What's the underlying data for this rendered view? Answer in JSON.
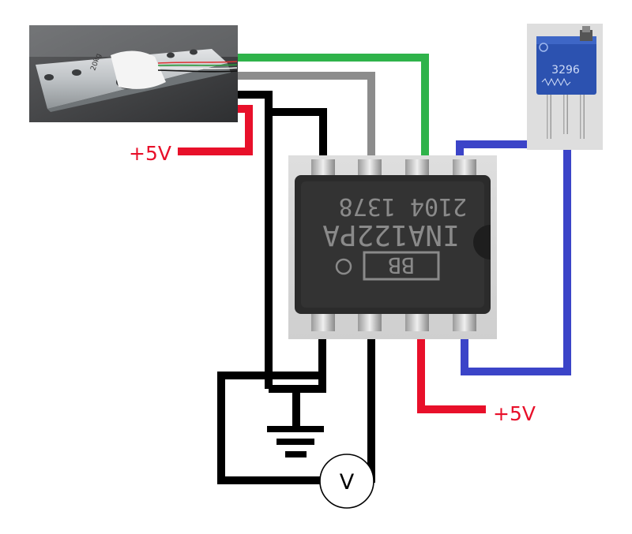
{
  "diagram": {
    "supply_label_top": "+5V",
    "supply_label_bottom": "+5V",
    "voltmeter_label": "V",
    "load_cell_marking": "20kg",
    "trimpot_marking": "3296",
    "chip_line_1": "INA122PA",
    "chip_line_2": "2104 1378",
    "chip_logo": "BB"
  },
  "colors": {
    "supply_red": "#e8102a",
    "wire_green": "#2fb34a",
    "wire_gray": "#8c8c8c",
    "wire_blue": "#3b44c8",
    "wire_black": "#000000",
    "chip_body": "#2b2b2b",
    "pot_body": "#2c52b0"
  }
}
